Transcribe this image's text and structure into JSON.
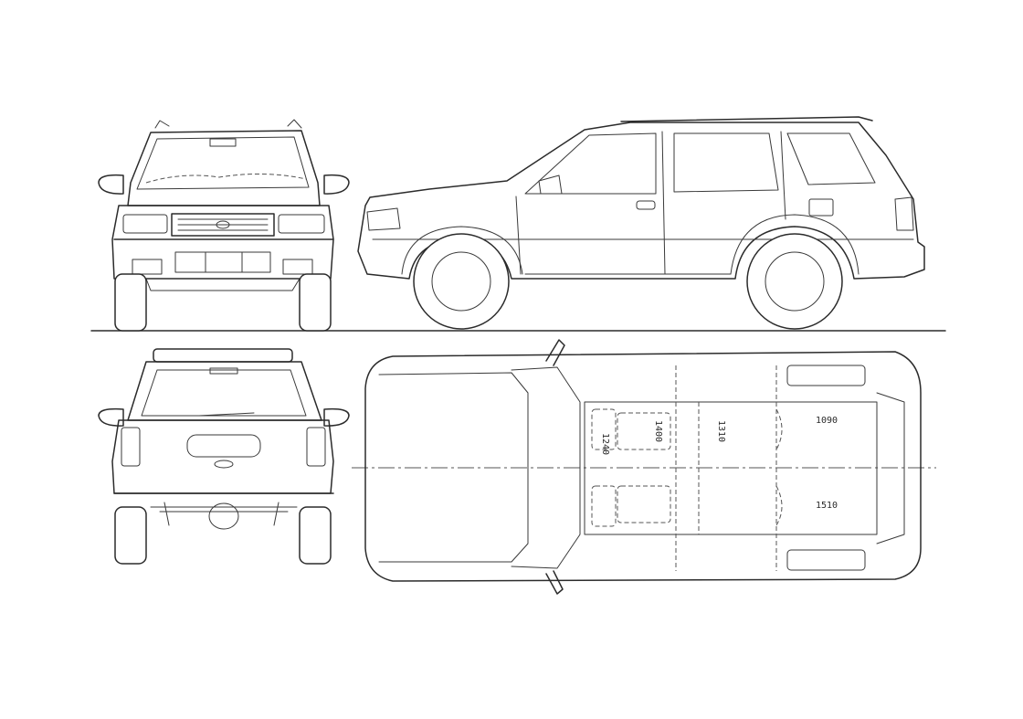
{
  "dimensions": {
    "rear_track": "1090",
    "front_track": "1510",
    "seat_height_front_left": "1240",
    "seat_height_front_right": "1400",
    "seat_height_rear": "1310"
  },
  "line_color": "#2b2b2b",
  "background_color": "#ffffff"
}
